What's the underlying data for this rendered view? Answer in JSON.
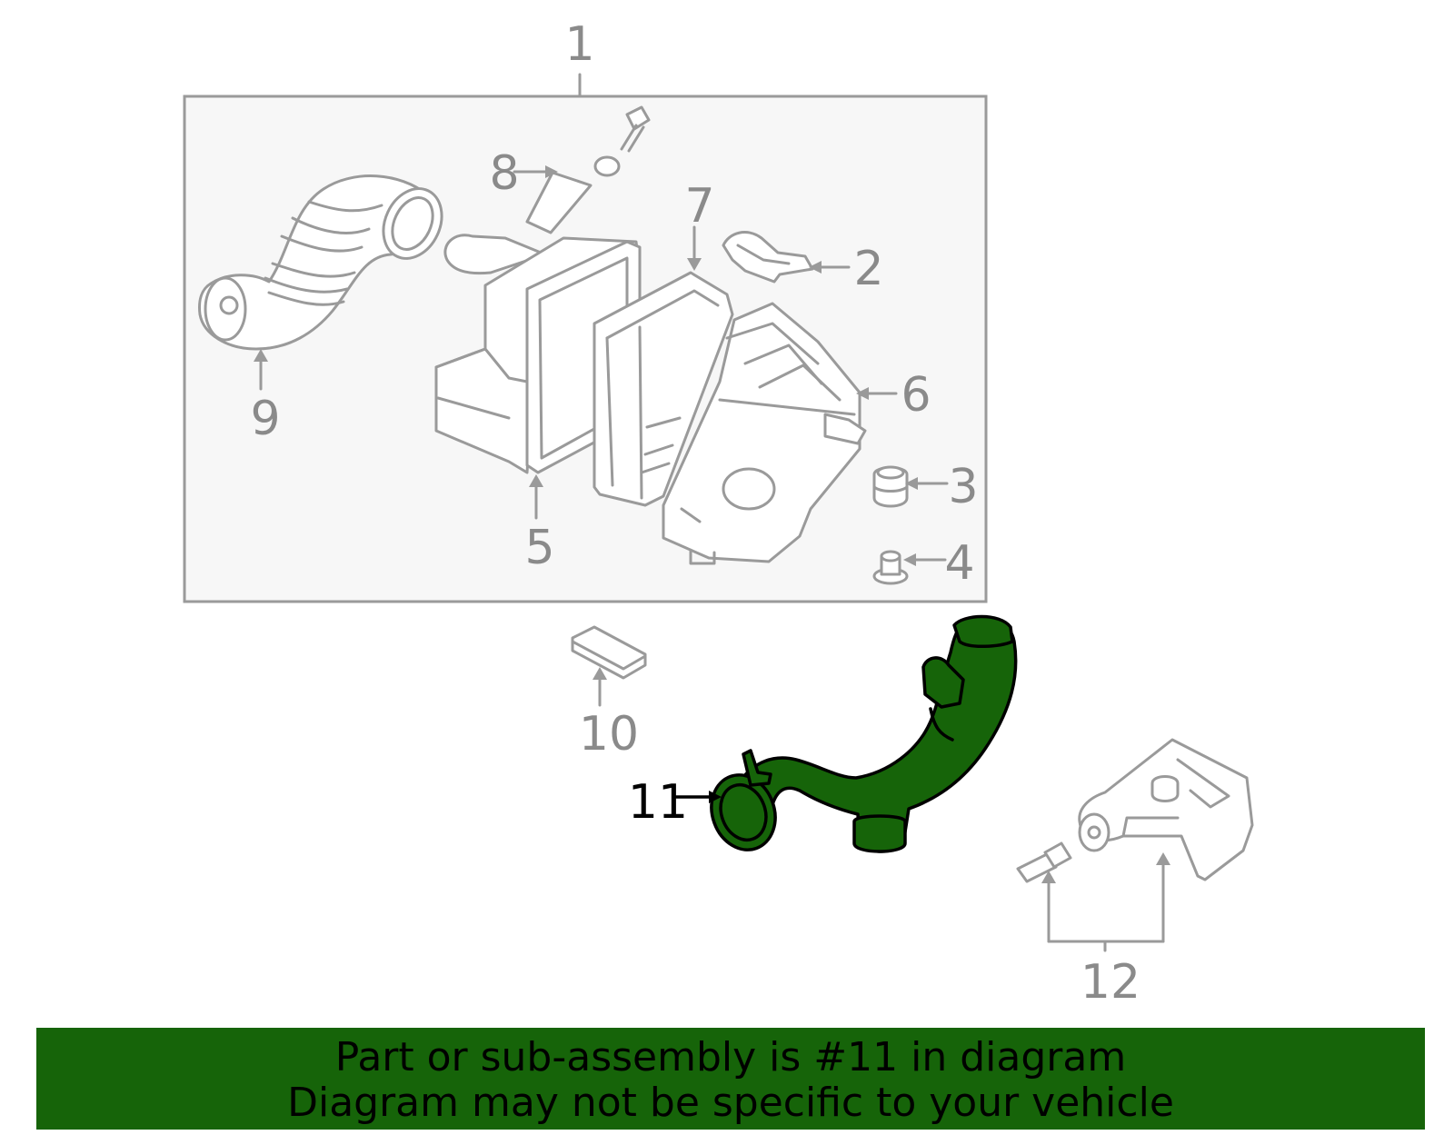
{
  "callouts": {
    "c1": "1",
    "c2": "2",
    "c3": "3",
    "c4": "4",
    "c5": "5",
    "c6": "6",
    "c7": "7",
    "c8": "8",
    "c9": "9",
    "c10": "10",
    "c11": "11",
    "c12": "12"
  },
  "highlighted_callout": "11",
  "colors": {
    "highlight": "#166409",
    "line": "#9a9a9a",
    "panel": "#f7f7f7"
  },
  "banner": {
    "line1": "Part or sub-assembly is #11 in diagram",
    "line2": "Diagram may not be specific to your vehicle"
  }
}
